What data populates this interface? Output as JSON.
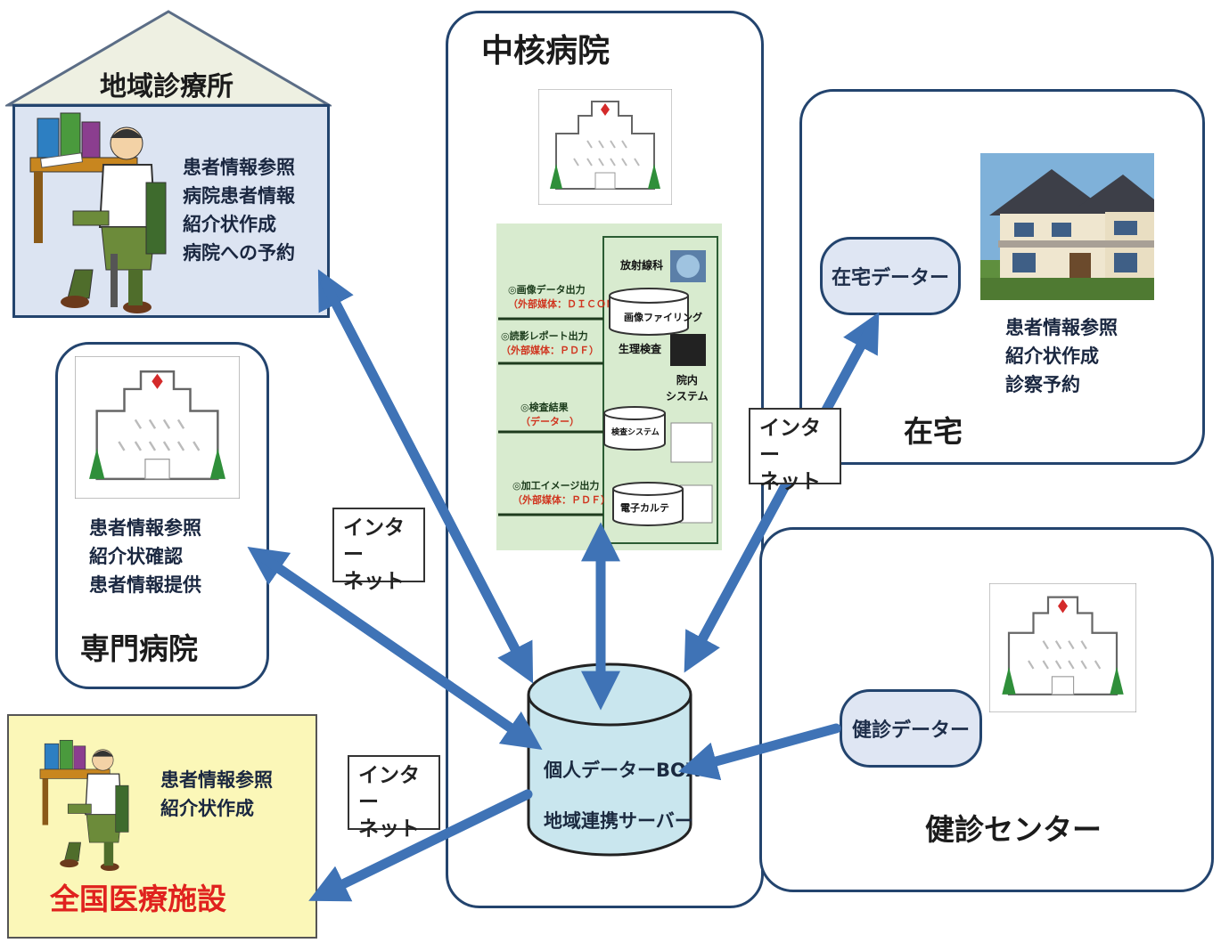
{
  "clinic": {
    "title": "地域診療所",
    "items": [
      "患者情報参照",
      "病院患者情報",
      "紹介状作成",
      "病院への予約"
    ]
  },
  "core_hospital": {
    "title": "中核病院",
    "system": {
      "left_labels": [
        {
          "line1": "◎画像データ出力",
          "line2": "（外部媒体：ＤＩＣＯＭ）"
        },
        {
          "line1": "◎読影レポート出力",
          "line2": "（外部媒体：ＰＤＦ）"
        },
        {
          "line1": "◎検査結果",
          "line2": "（データー）"
        },
        {
          "line1": "◎加工イメージ出力",
          "line2": "（外部媒体：ＰＤＦ）"
        }
      ],
      "section_labels": [
        "放射線科",
        "生理検査"
      ],
      "drums": [
        "画像ファイリング",
        "検査システム",
        "電子カルテ"
      ],
      "in_hospital": [
        "院内",
        "システム"
      ]
    }
  },
  "home": {
    "title": "在宅",
    "pill": "在宅データー",
    "items": [
      "患者情報参照",
      "紹介状作成",
      "診察予約"
    ]
  },
  "specialty": {
    "title": "専門病院",
    "items": [
      "患者情報参照",
      "紹介状確認",
      "患者情報提供"
    ]
  },
  "checkup": {
    "title": "健診センター",
    "pill": "健診データー"
  },
  "national": {
    "title": "全国医療施設",
    "items": [
      "患者情報参照",
      "紹介状作成"
    ]
  },
  "server": {
    "line1": "個人データーBOX",
    "line2": "地域連携サーバー"
  },
  "internet_tags": [
    {
      "line1": "インター",
      "line2": "ネット"
    },
    {
      "line1": "インター",
      "line2": "ネット"
    },
    {
      "line1": "インター",
      "line2": "ネット"
    }
  ],
  "colors": {
    "arrow": "#3f73b6",
    "panel_border": "#23446e",
    "clinic_bg": "#dce4f2",
    "national_bg": "#fbf7b8",
    "national_title": "#e0221e",
    "system_bg": "#d8ebcf",
    "server_fill": "#c9e6ee"
  },
  "icons": [
    "house-roof-icon",
    "doctor-illustration-icon",
    "hospital-building-icon",
    "house-photo-icon",
    "database-cylinder-icon",
    "arrow-icon"
  ]
}
